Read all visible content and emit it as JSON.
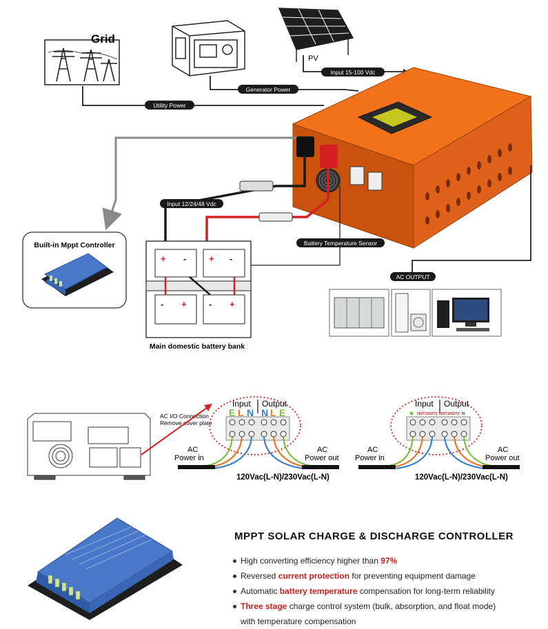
{
  "diagram": {
    "labels": {
      "grid": "Grid",
      "pv": "PV",
      "input_pv": "Input 15-100 Vdc",
      "generator_power": "Generator Power",
      "utility_power": "Utility Power",
      "input_battery": "Input 12/24/48 Vdc",
      "battery_temp_sensor": "Battery Temperature Sensor",
      "builtin_mppt": "Built-in Mppt Controller",
      "ac_output": "AC OUTPUT",
      "battery_bank": "Main domestic battery bank",
      "io_connection_line1": "AC I/O Connection",
      "io_connection_line2": "Remove cover plate"
    },
    "wiring": {
      "left": {
        "input": "Input",
        "output": "Output",
        "terminal_letters": [
          "E",
          "L",
          "N",
          "N",
          "L",
          "E"
        ],
        "power_in_line1": "AC",
        "power_in_line2": "Power in",
        "power_out_line1": "AC",
        "power_out_line2": "Power out",
        "voltage": "120Vac(L-N)/230Vac(L-N)"
      },
      "right": {
        "input": "Input",
        "output": "Output",
        "terminal_labels": [
          "HOT1",
          "HOT2",
          "HOT1",
          "HOT2",
          "N"
        ],
        "power_in_line1": "AC",
        "power_in_line2": "Power in",
        "power_out_line1": "AC",
        "power_out_line2": "Power out",
        "voltage": "120Vac(L-N)/230Vac(L-N)"
      }
    }
  },
  "features": {
    "title": "MPPT SOLAR CHARGE & DISCHARGE CONTROLLER",
    "items": [
      {
        "pre": "High converting efficiency higher than ",
        "hl": "97%",
        "post": ""
      },
      {
        "pre": "Reversed ",
        "hl": "current protection",
        "post": " for preventing equipment damage"
      },
      {
        "pre": "Automatic ",
        "hl": "battery temperature",
        "post": " compensation for long-term reliability"
      },
      {
        "pre": "",
        "hl": "Three stage",
        "post": " charge control system (bulk, absorption, and float mode)"
      }
    ],
    "continuation": "with temperature compensation"
  },
  "colors": {
    "inverter_orange": "#f2721c",
    "inverter_dark": "#c9530c",
    "red_wire": "#d42020",
    "black_wire": "#1a1a1a",
    "gray_wire": "#8a8a8a",
    "controller_blue": "#4a78c9",
    "highlight_red": "#c8211e",
    "letter_green": "#7fbf3f",
    "letter_blue": "#3a7fd0",
    "letter_orange": "#e8762b"
  },
  "icons": [
    "grid-tower-icon",
    "generator-icon",
    "solar-panel-icon",
    "inverter-icon",
    "battery-icon",
    "mppt-controller-icon",
    "server-cabinet-icon",
    "air-conditioner-icon",
    "computer-icon"
  ]
}
